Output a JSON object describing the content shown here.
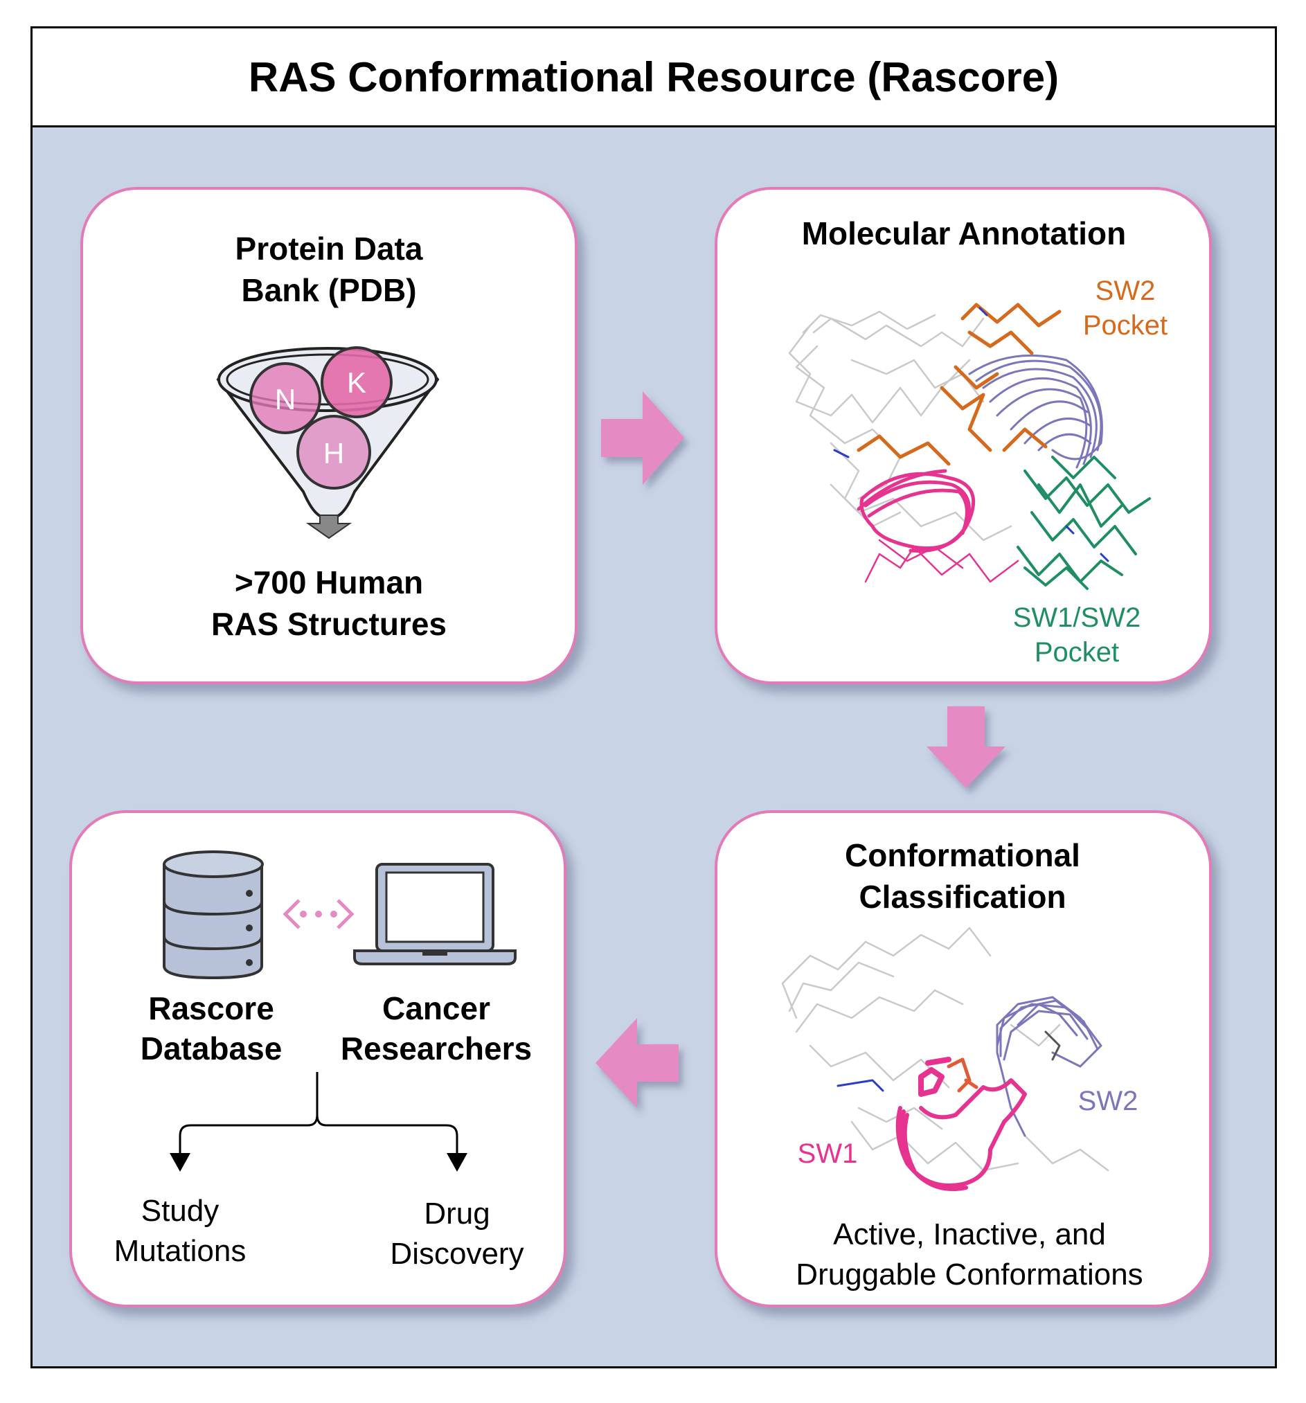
{
  "title": "RAS Conformational Resource (Rascore)",
  "panels": {
    "pdb": {
      "title_line1": "Protein Data",
      "title_line2": "Bank (PDB)",
      "isoforms": [
        "N",
        "K",
        "H"
      ],
      "footer_line1": ">700 Human",
      "footer_line2": "RAS Structures"
    },
    "annotation": {
      "title": "Molecular Annotation",
      "sw2_pocket_line1": "SW2",
      "sw2_pocket_line2": "Pocket",
      "sw1sw2_pocket_line1": "SW1/SW2",
      "sw1sw2_pocket_line2": "Pocket"
    },
    "classification": {
      "title_line1": "Conformational",
      "title_line2": "Classification",
      "sw1_label": "SW1",
      "sw2_label": "SW2",
      "footer_line1": "Active, Inactive, and",
      "footer_line2": "Druggable Conformations"
    },
    "database": {
      "db_label_line1": "Rascore",
      "db_label_line2": "Database",
      "user_label_line1": "Cancer",
      "user_label_line2": "Researchers",
      "outcome_left_line1": "Study",
      "outcome_left_line2": "Mutations",
      "outcome_right_line1": "Drug",
      "outcome_right_line2": "Discovery"
    }
  },
  "colors": {
    "background": "#c8d3e5",
    "panel_border": "#e27bb7",
    "arrow": "#e68ac4",
    "sw1": "#e6338f",
    "sw2": "#7b76bb",
    "sw2_pocket": "#d66a1c",
    "sw1sw2_pocket": "#1f8f63",
    "funnel_ball": "#e27bb7"
  }
}
